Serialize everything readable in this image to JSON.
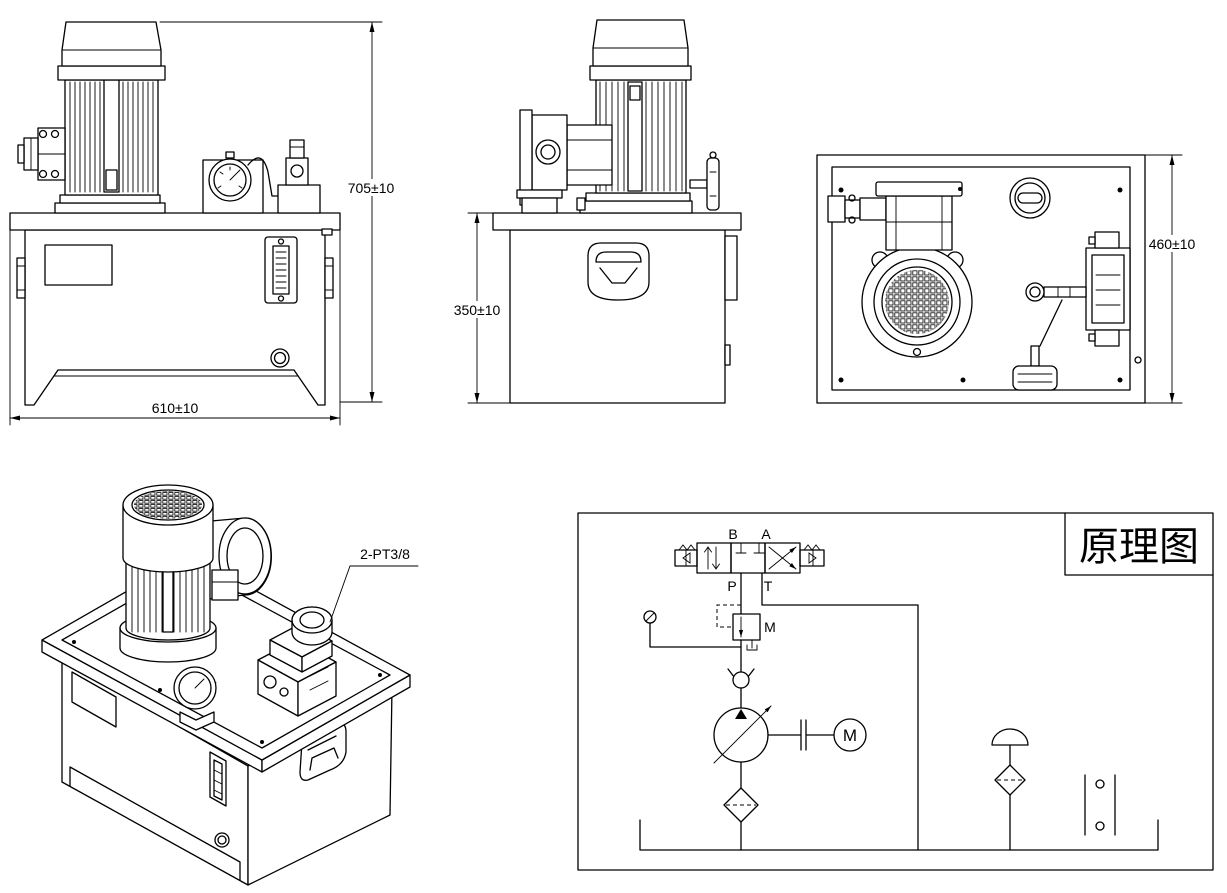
{
  "dimensions": {
    "overall_height": "705±10",
    "overall_width": "610±10",
    "tank_height": "350±10",
    "tank_depth": "460±10"
  },
  "isometric": {
    "port_callout": "2-PT3/8"
  },
  "schematic": {
    "title": "原理图",
    "port_b": "B",
    "port_a": "A",
    "port_p": "P",
    "port_t": "T",
    "relief_valve_label": "M",
    "motor_label": "M"
  },
  "colors": {
    "line": "#000000",
    "background": "#ffffff"
  }
}
